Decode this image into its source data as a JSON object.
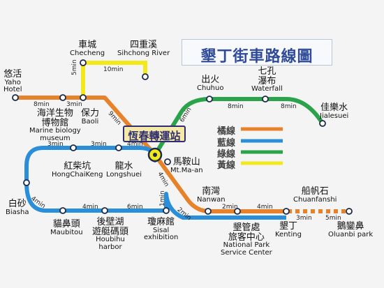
{
  "title": "墾丁街車路線圖",
  "hub": "恆春轉運站",
  "lines": {
    "orange": {
      "label": "橘線",
      "color": "#e8822a"
    },
    "blue": {
      "label": "藍線",
      "color": "#2a8fd8"
    },
    "green": {
      "label": "綠線",
      "color": "#2aa34a"
    },
    "yellow": {
      "label": "黃線",
      "color": "#f2e81a"
    }
  },
  "stations": {
    "checheng": {
      "zh": "車城",
      "en": "Checheng"
    },
    "sihchong": {
      "zh": "四重溪",
      "en": "Sihchong River"
    },
    "yaho": {
      "zh": "悠活",
      "en1": "Yaho",
      "en2": "Hotel"
    },
    "marine": {
      "zh1": "海洋生物",
      "zh2": "博物館",
      "en1": "Marine biology",
      "en2": "museum"
    },
    "baoli": {
      "zh": "保力",
      "en": "Baoli"
    },
    "chuhuo": {
      "zh": "出火",
      "en": "Chuhuo"
    },
    "waterfall": {
      "zh1": "七孔",
      "zh2": "瀑布",
      "en": "Waterfall"
    },
    "jialesuei": {
      "zh": "佳樂水",
      "en": "Jialesuei"
    },
    "hongchaikeng": {
      "zh": "紅柴坑",
      "en": "HongChaiKeng"
    },
    "longshuei": {
      "zh": "龍水",
      "en": "Longshuei"
    },
    "maan": {
      "zh": "馬鞍山",
      "en": "Mt.Ma-an"
    },
    "biasha": {
      "zh": "白砂",
      "en": "Biasha"
    },
    "maubitou": {
      "zh": "貓鼻頭",
      "en": "Maubitou"
    },
    "houbihu": {
      "zh1": "後壁湖",
      "zh2": "遊艇碼頭",
      "en1": "Houbihu",
      "en2": "harbor"
    },
    "sisal": {
      "zh": "瓊麻館",
      "en1": "Sisal",
      "en2": "exhibition"
    },
    "nanwan": {
      "zh": "南灣",
      "en": "Nanwan"
    },
    "npsc": {
      "zh1": "墾管處",
      "zh2": "旅客中心",
      "en1": "National Park",
      "en2": "Service Center"
    },
    "kenting": {
      "zh": "墾丁",
      "en": "Kenting"
    },
    "chuanfanshi": {
      "zh": "船帆石",
      "en": "Chuanfanshi"
    },
    "oluanbi": {
      "zh": "鵝鑾鼻",
      "en": "Oluanbi park"
    }
  },
  "segments": {
    "yaho_marine": "8min",
    "marine_baoli": "3min",
    "checheng_baoli": "5min",
    "checheng_sihchong": "10min",
    "baoli_hub": "9min",
    "hub_chuhuo": "6min",
    "chuhuo_waterfall": "8min",
    "waterfall_jialesuei": "8min",
    "loop_west": "3min",
    "loop_mid": "3min",
    "loop_east": "4min",
    "hub_maan": "4min",
    "biasha_maubitou": "4min",
    "maubitou_houbihu": "4min",
    "houbihu_sisal": "6min",
    "sisal_up": "1min",
    "sisal_nanwan": "2min",
    "nanwan_npsc": "2min",
    "npsc_kenting": "4min",
    "kenting_chuanfanshi": "3min",
    "chuanfanshi_oluanbi": "5min"
  }
}
